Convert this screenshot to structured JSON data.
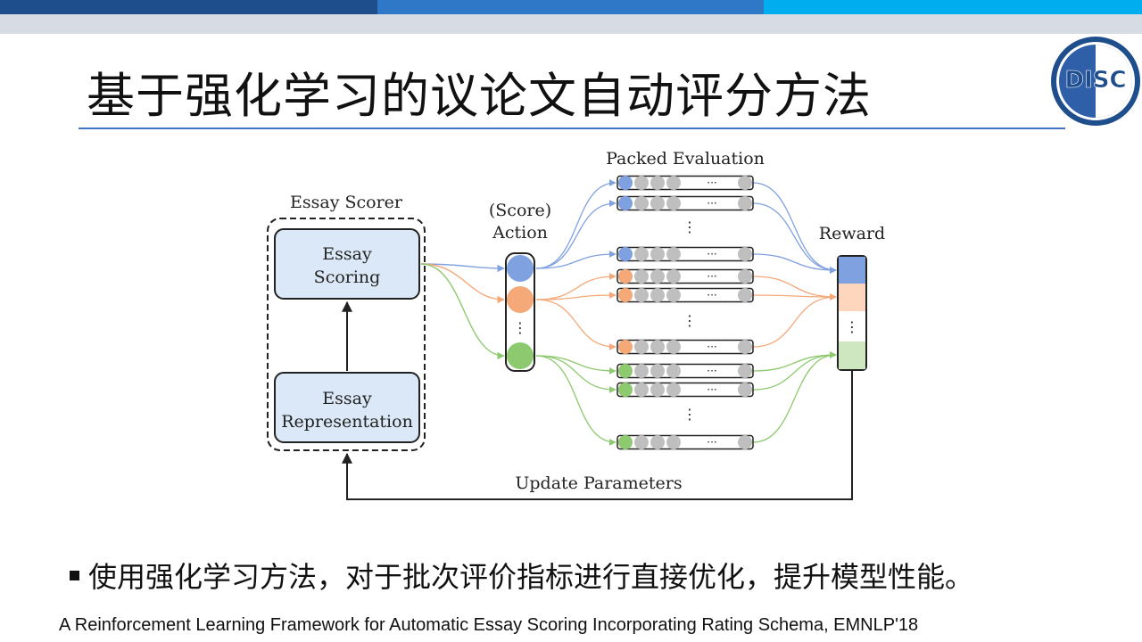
{
  "slide": {
    "title": "基于强化学习的议论文自动评分方法",
    "bullet": "使用强化学习方法，对于批次评价指标进行直接优化，提升模型性能。",
    "citation": "A Reinforcement Learning Framework for Automatic Essay Scoring Incorporating Rating Schema, EMNLP'18",
    "logo_text": "DISC"
  },
  "diagram": {
    "essay_scorer_label": "Essay Scorer",
    "essay_scoring_line1": "Essay",
    "essay_scoring_line2": "Scoring",
    "essay_repr_line1": "Essay",
    "essay_repr_line2": "Representation",
    "action_line1": "(Score)",
    "action_line2": "Action",
    "packed_label": "Packed Evaluation",
    "reward_label": "Reward",
    "update_label": "Update Parameters",
    "ellipsis_h": "···",
    "ellipsis_v": "⋮"
  },
  "colors": {
    "blue": "#7fa1e0",
    "orange": "#f5a878",
    "green": "#8dc96e",
    "gray": "#bfbfbf",
    "box_fill": "#dbe8f7",
    "brand_dark": "#1f4e8c",
    "brand_mid": "#2e78c7",
    "brand_light": "#00aeef"
  }
}
